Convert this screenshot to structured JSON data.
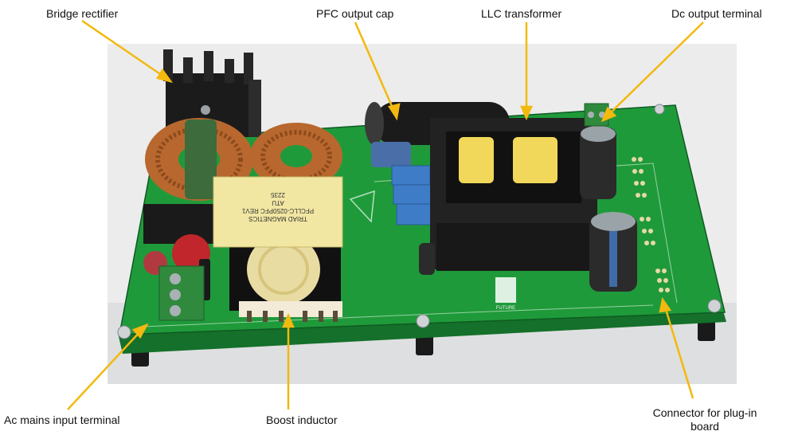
{
  "figure": {
    "board_marking": {
      "transformer_label_lines": [
        "TRIAD MAGNETICS",
        "PFCLLC-0250PFC REV1",
        "ATU",
        "2235"
      ],
      "logo_text": "FUTURE"
    },
    "callouts": [
      {
        "id": "bridge-rectifier",
        "text": "Bridge rectifier"
      },
      {
        "id": "pfc-output-cap",
        "text": "PFC output cap"
      },
      {
        "id": "llc-transformer",
        "text": "LLC transformer"
      },
      {
        "id": "dc-output-terminal",
        "text": "Dc output terminal"
      },
      {
        "id": "ac-mains-input-terminal",
        "text": "Ac mains input terminal"
      },
      {
        "id": "boost-inductor",
        "text": "Boost inductor"
      },
      {
        "id": "connector-plug-in-board",
        "text": "Connector for plug-in board"
      }
    ],
    "colors": {
      "pcb": "#1f9a3a",
      "pcb_dark": "#14702a",
      "leader": "#f2b90f",
      "copper": "#b8682e",
      "photo_bg": "#e9e9ea"
    }
  }
}
